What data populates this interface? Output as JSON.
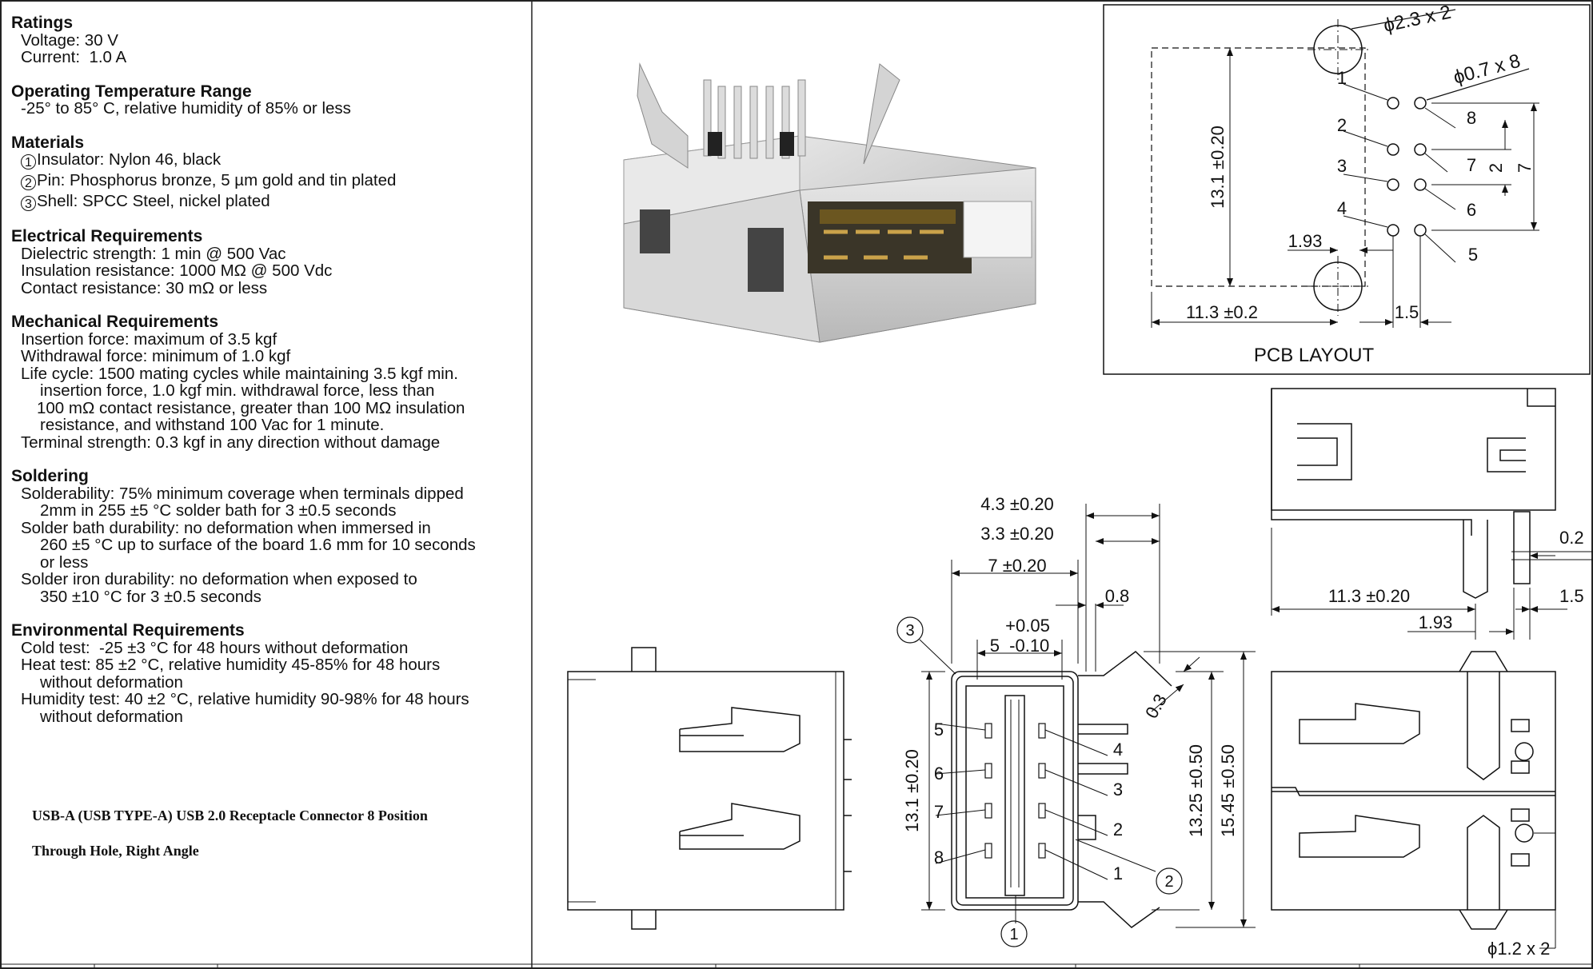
{
  "specs": {
    "ratings": {
      "title": "Ratings",
      "lines": [
        "Voltage: 30 V",
        "Current:  1.0 A"
      ]
    },
    "temperature": {
      "title": "Operating Temperature Range",
      "lines": [
        "-25° to 85° C, relative humidity of 85% or less"
      ]
    },
    "materials": {
      "title": "Materials",
      "items": [
        {
          "num": "1",
          "text": "Insulator: Nylon 46, black"
        },
        {
          "num": "2",
          "text": "Pin: Phosphorus bronze, 5 µm gold and tin plated"
        },
        {
          "num": "3",
          "text": "Shell: SPCC Steel, nickel plated"
        }
      ]
    },
    "electrical": {
      "title": "Electrical Requirements",
      "lines": [
        "Dielectric strength: 1 min @ 500 Vac",
        "Insulation resistance: 1000 MΩ @ 500 Vdc",
        "Contact resistance: 30 mΩ or less"
      ]
    },
    "mechanical": {
      "title": "Mechanical Requirements",
      "l1": "Insertion force: maximum of 3.5 kgf",
      "l2": "Withdrawal force: minimum of 1.0 kgf",
      "l3": "Life cycle: 1500 mating cycles while maintaining 3.5 kgf min.",
      "l4": "insertion force, 1.0 kgf min. withdrawal force, less than",
      "l5": "100 mΩ contact resistance, greater than 100 MΩ insulation",
      "l6": "resistance, and withstand 100 Vac for 1 minute.",
      "l7": "Terminal strength: 0.3 kgf in any direction without damage"
    },
    "soldering": {
      "title": "Soldering",
      "l1": "Solderability: 75% minimum coverage when terminals dipped",
      "l2": "2mm in 255 ±5 °C solder bath for 3 ±0.5 seconds",
      "l3": "Solder bath durability: no deformation when immersed in",
      "l4": "260 ±5 °C up to surface of the board 1.6 mm for 10 seconds",
      "l5": "or less",
      "l6": "Solder iron durability: no deformation when exposed to",
      "l7": "350 ±10 °C for 3 ±0.5 seconds"
    },
    "environmental": {
      "title": "Environmental Requirements",
      "l1": "Cold test:  -25 ±3 °C for 48 hours without deformation",
      "l2": "Heat test: 85 ±2 °C, relative humidity 45-85% for 48 hours",
      "l3": "without deformation",
      "l4": "Humidity test: 40 ±2 °C, relative humidity 90-98% for 48 hours",
      "l5": "without deformation"
    }
  },
  "product": {
    "title_line1": "USB-A (USB TYPE-A) USB 2.0 Receptacle Connector 8 Position",
    "title_line2": "Through Hole, Right Angle"
  },
  "pcb_layout": {
    "label": "PCB LAYOUT",
    "hole_large": "ϕ2.3 x 2",
    "hole_small": "ϕ0.7 x 8",
    "dim_height": "13.1 ±0.20",
    "dim_width": "11.3 ±0.2",
    "dim_pitch": "1.5",
    "dim_offset": "1.93",
    "dim_2": "2",
    "dim_7": "7",
    "pins": [
      "1",
      "2",
      "3",
      "4",
      "5",
      "6",
      "7",
      "8"
    ]
  },
  "front_view": {
    "dim_43": "4.3 ±0.20",
    "dim_33": "3.3 ±0.20",
    "dim_7": "7 ±0.20",
    "dim_08": "0.8",
    "dim_tol_plus": "+0.05",
    "dim_5": "5  -0.10",
    "dim_03": "0.3",
    "dim_131": "13.1 ±0.20",
    "dim_1325": "13.25 ±0.50",
    "dim_1545": "15.45 ±0.50",
    "callouts": [
      "1",
      "2",
      "3"
    ],
    "pins_left": [
      "5",
      "6",
      "7",
      "8"
    ],
    "pins_right": [
      "4",
      "3",
      "2",
      "1"
    ]
  },
  "side_view": {
    "dim_02": "0.2",
    "dim_113": "11.3 ±0.20",
    "dim_15": "1.5",
    "dim_193": "1.93"
  },
  "bottom_view": {
    "hole": "ϕ1.2 x 2"
  }
}
